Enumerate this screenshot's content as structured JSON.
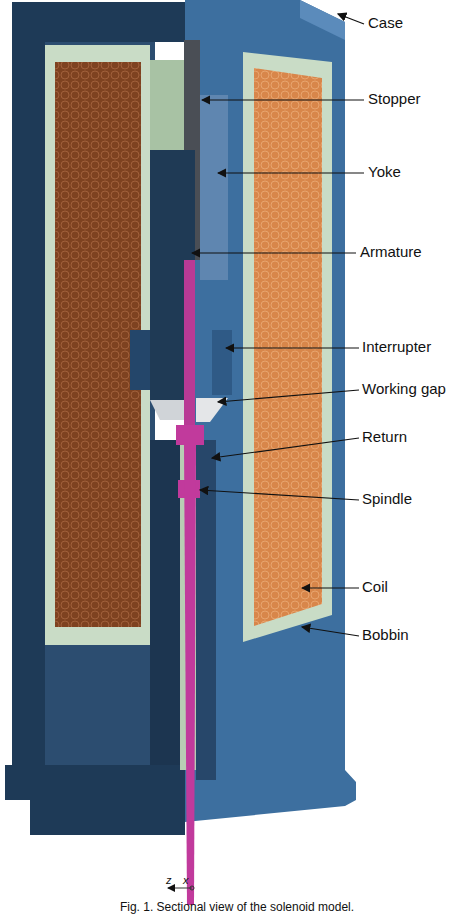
{
  "diagram": {
    "caption": "Fig. 1. Sectional view of the solenoid model.",
    "labels": [
      "Case",
      "Stopper",
      "Yoke",
      "Armature",
      "Interrupter",
      "Working gap",
      "Return",
      "Spindle",
      "Coil",
      "Bobbin",
      "z",
      "x"
    ]
  }
}
